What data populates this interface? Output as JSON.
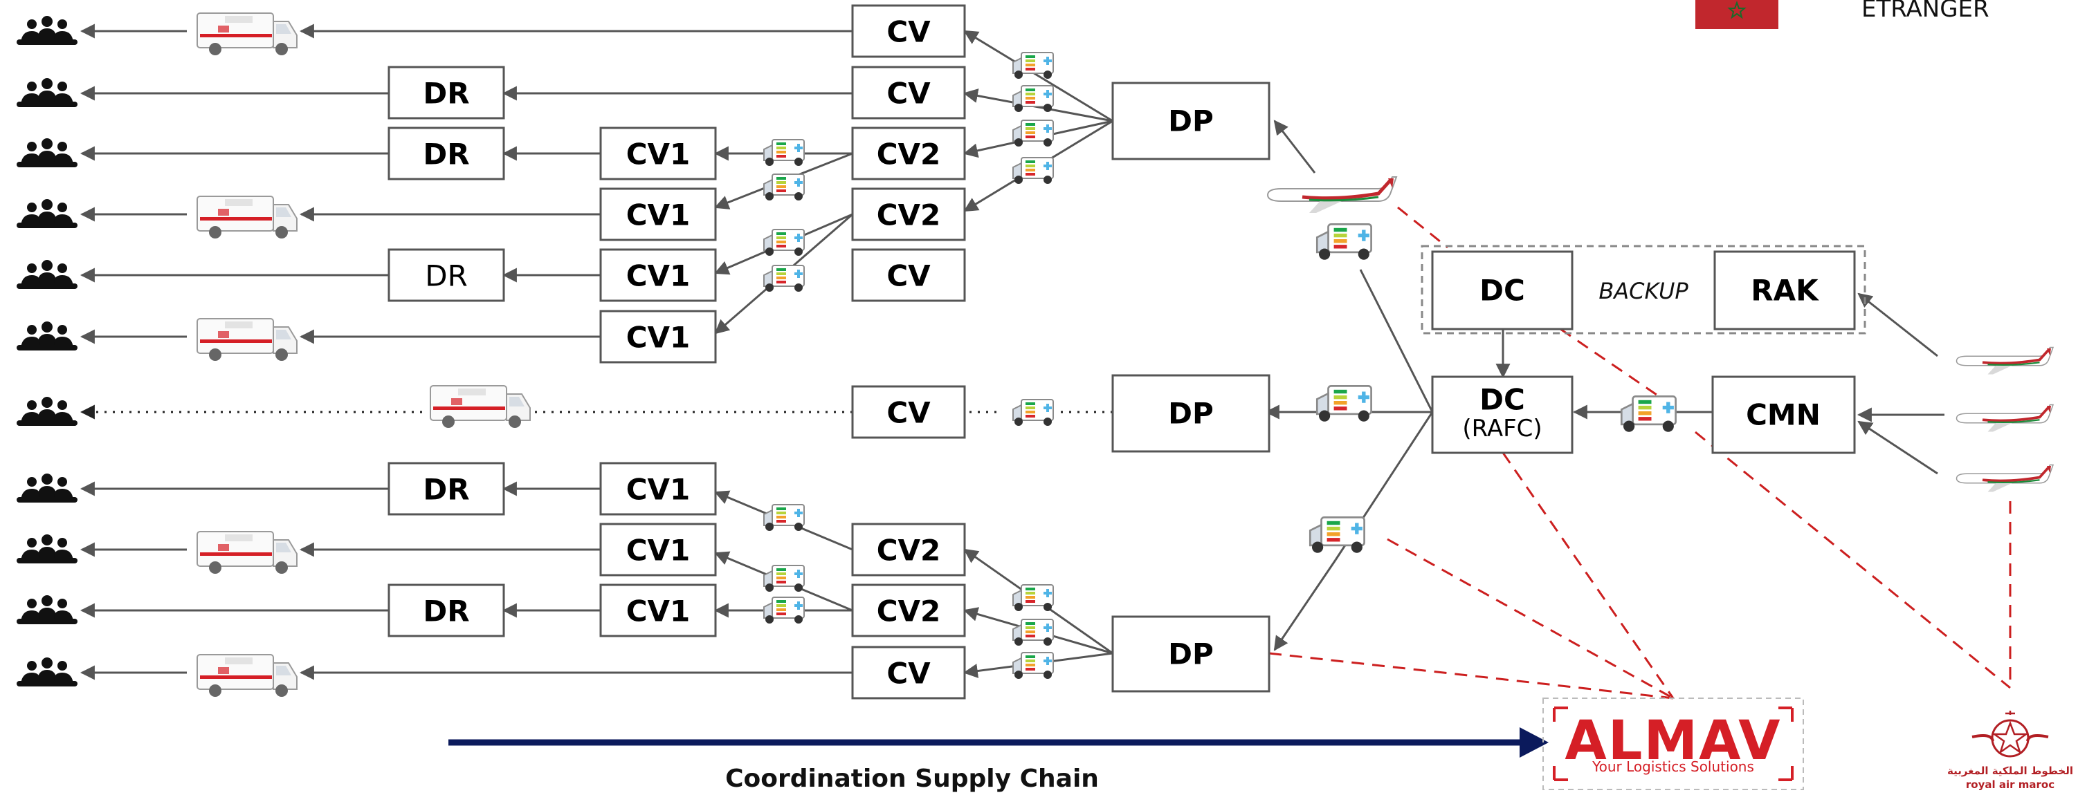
{
  "header": {
    "country_label": "ETRANGER",
    "flag_color": "#c1272d"
  },
  "nodes": {
    "cv_r1": "CV",
    "dr_r2": "DR",
    "cv_r2": "CV",
    "dr_r3": "DR",
    "cv1_r3": "CV1",
    "cv2_r3": "CV2",
    "cv1_r4": "CV1",
    "cv2_r4": "CV2",
    "dr_r5": "DR",
    "cv1_r5": "CV1",
    "cv_r5": "CV",
    "cv1_r6": "CV1",
    "cv_r7": "CV",
    "dr_r8": "DR",
    "cv1_r8": "CV1",
    "cv1_r9": "CV1",
    "cv2_r9": "CV2",
    "dr_r10": "DR",
    "cv1_r10": "CV1",
    "cv2_r10": "CV2",
    "cv_r11": "CV",
    "dp_top": "DP",
    "dp_mid": "DP",
    "dp_bot": "DP",
    "dc_backup": "DC",
    "rak": "RAK",
    "dc_rafc": "DC",
    "dc_rafc_sub": "(RAFC)",
    "cmn": "CMN"
  },
  "backup_label": "BACKUP",
  "almav": {
    "name": "ALMAV",
    "tagline": "Your Logistics Solutions"
  },
  "royal_air_maroc": {
    "arabic": "الخطوط الملكية المغربية",
    "latin": "royal air maroc"
  },
  "caption": "Coordination Supply Chain",
  "colors": {
    "flow_arrow": "#555555",
    "red_dashed": "#cc1f1f",
    "navy_arrow": "#0b1a5c",
    "brand_red": "#d51f26"
  },
  "icons": [
    "people-group-icon",
    "refrigerated-van-icon",
    "vaccine-van-icon",
    "airplane-icon",
    "moroccan-flag-icon",
    "royal-air-maroc-logo-icon"
  ]
}
